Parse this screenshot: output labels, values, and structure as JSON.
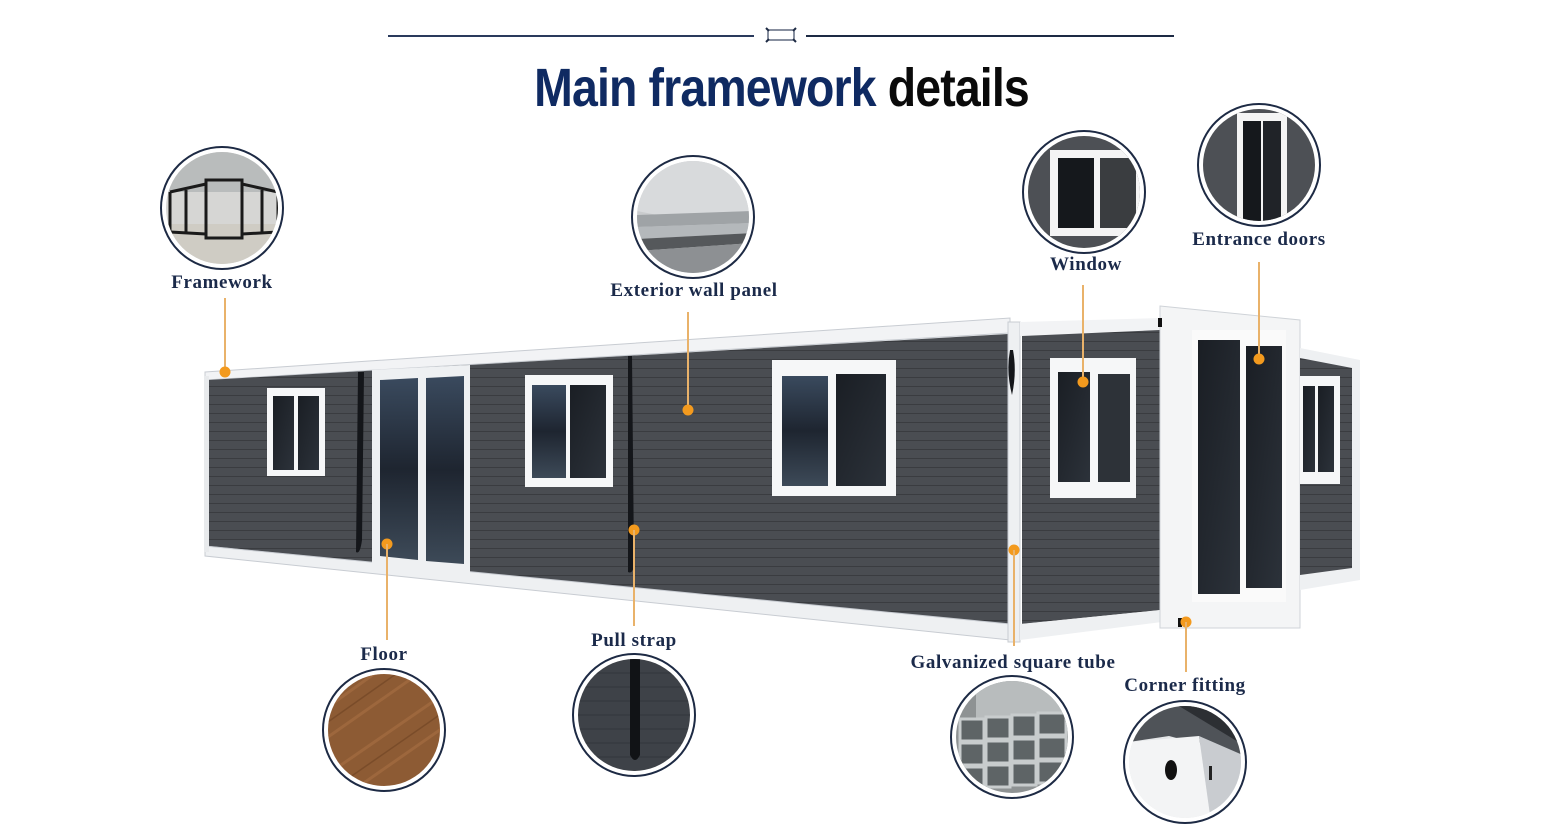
{
  "header": {
    "title_part1": "Main framework",
    "title_part2": "details",
    "divider_icon": "container-outline-icon",
    "title_color_primary": "#0f2a62",
    "title_color_secondary": "#0a0a0a"
  },
  "accent": {
    "dot_color": "#f39a1e",
    "leader_color": "#e9b26a",
    "label_color": "#1b2a4a"
  },
  "callouts": [
    {
      "id": "framework",
      "label": "Framework"
    },
    {
      "id": "exterior-wall-panel",
      "label": "Exterior wall panel"
    },
    {
      "id": "window",
      "label": "Window"
    },
    {
      "id": "entrance-doors",
      "label": "Entrance doors"
    },
    {
      "id": "floor",
      "label": "Floor"
    },
    {
      "id": "pull-strap",
      "label": "Pull strap"
    },
    {
      "id": "galvanized-square-tube",
      "label": "Galvanized square tube"
    },
    {
      "id": "corner-fitting",
      "label": "Corner fitting"
    }
  ]
}
